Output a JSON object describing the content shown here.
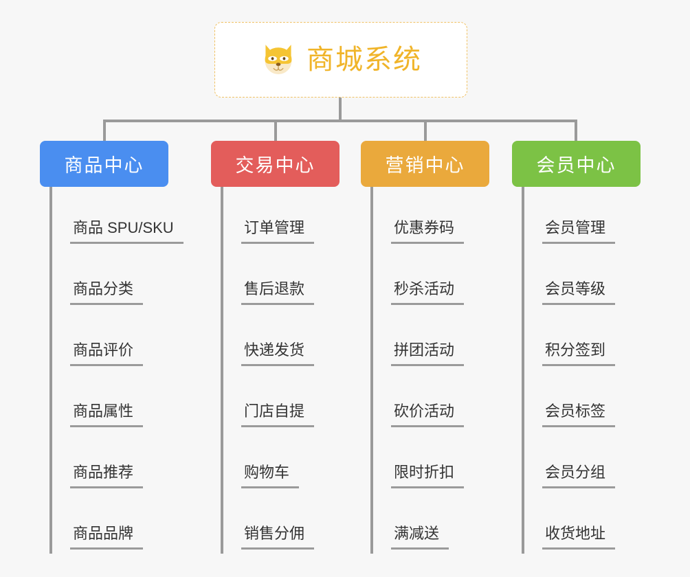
{
  "root": {
    "title": "商城系统",
    "icon": "shiba-dog-face-icon",
    "border_color": "#f0c060",
    "text_color": "#f0b429",
    "background": "#ffffff"
  },
  "page": {
    "background": "#f7f7f7",
    "connector_color": "#9a9a9a"
  },
  "branches": [
    {
      "title": "商品中心",
      "color": "#4a8ef0",
      "items": [
        {
          "label": "商品 SPU/SKU"
        },
        {
          "label": "商品分类"
        },
        {
          "label": "商品评价"
        },
        {
          "label": "商品属性"
        },
        {
          "label": "商品推荐"
        },
        {
          "label": "商品品牌"
        }
      ]
    },
    {
      "title": "交易中心",
      "color": "#e35d5b",
      "items": [
        {
          "label": "订单管理"
        },
        {
          "label": "售后退款"
        },
        {
          "label": "快递发货"
        },
        {
          "label": "门店自提"
        },
        {
          "label": "购物车"
        },
        {
          "label": "销售分佣"
        }
      ]
    },
    {
      "title": "营销中心",
      "color": "#eaa93c",
      "items": [
        {
          "label": "优惠券码"
        },
        {
          "label": "秒杀活动"
        },
        {
          "label": "拼团活动"
        },
        {
          "label": "砍价活动"
        },
        {
          "label": "限时折扣"
        },
        {
          "label": "满减送"
        }
      ]
    },
    {
      "title": "会员中心",
      "color": "#7cc245",
      "items": [
        {
          "label": "会员管理"
        },
        {
          "label": "会员等级"
        },
        {
          "label": "积分签到"
        },
        {
          "label": "会员标签"
        },
        {
          "label": "会员分组"
        },
        {
          "label": "收货地址"
        }
      ]
    }
  ]
}
